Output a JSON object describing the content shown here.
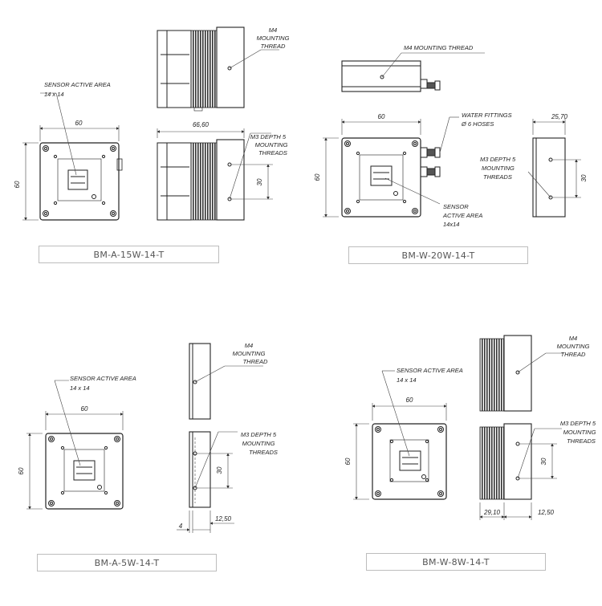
{
  "models": {
    "a15": {
      "name": "BM-A-15W-14-T",
      "m4_l1": "M4",
      "m4_l2": "MOUNTING",
      "m4_l3": "THREAD",
      "sensor_l1": "SENSOR ACTIVE AREA",
      "sensor_l2": "14 x 14",
      "width": "60",
      "height": "60",
      "depth": "66,60",
      "hole_spacing": "30",
      "m3_l1": "M3 DEPTH 5",
      "m3_l2": "MOUNTING",
      "m3_l3": "THREADS"
    },
    "w20": {
      "name": "BM-W-20W-14-T",
      "m4": "M4 MOUNTING THREAD",
      "water_l1": "WATER FITTINGS",
      "water_l2": "Ø 6 HOSES",
      "width": "60",
      "height": "60",
      "depth": "25,70",
      "hole_spacing": "30",
      "sensor_l1": "SENSOR",
      "sensor_l2": "ACTIVE AREA",
      "sensor_l3": "14x14",
      "m3_l1": "M3 DEPTH 5",
      "m3_l2": "MOUNTING",
      "m3_l3": "THREADS"
    },
    "a5": {
      "name": "BM-A-5W-14-T",
      "m4_l1": "M4",
      "m4_l2": "MOUNTING",
      "m4_l3": "THREAD",
      "sensor_l1": "SENSOR ACTIVE AREA",
      "sensor_l2": "14 x 14",
      "width": "60",
      "height": "60",
      "hole_spacing": "30",
      "m3_l1": "M3 DEPTH 5",
      "m3_l2": "MOUNTING",
      "m3_l3": "THREADS",
      "offset": "4",
      "depth": "12,50"
    },
    "w8": {
      "name": "BM-W-8W-14-T",
      "m4_l1": "M4",
      "m4_l2": "MOUNTING",
      "m4_l3": "THREAD",
      "sensor_l1": "SENSOR ACTIVE AREA",
      "sensor_l2": "14 x 14",
      "width": "60",
      "height": "60",
      "hole_spacing": "30",
      "m3_l1": "M3 DEPTH 5",
      "m3_l2": "MOUNTING",
      "m3_l3": "THREADS",
      "depth_fins": "29,10",
      "depth_body": "12,50"
    }
  },
  "colors": {
    "line": "#222222",
    "dim": "#444444",
    "caption_border": "#bdbdbd",
    "caption_text": "#555555"
  }
}
